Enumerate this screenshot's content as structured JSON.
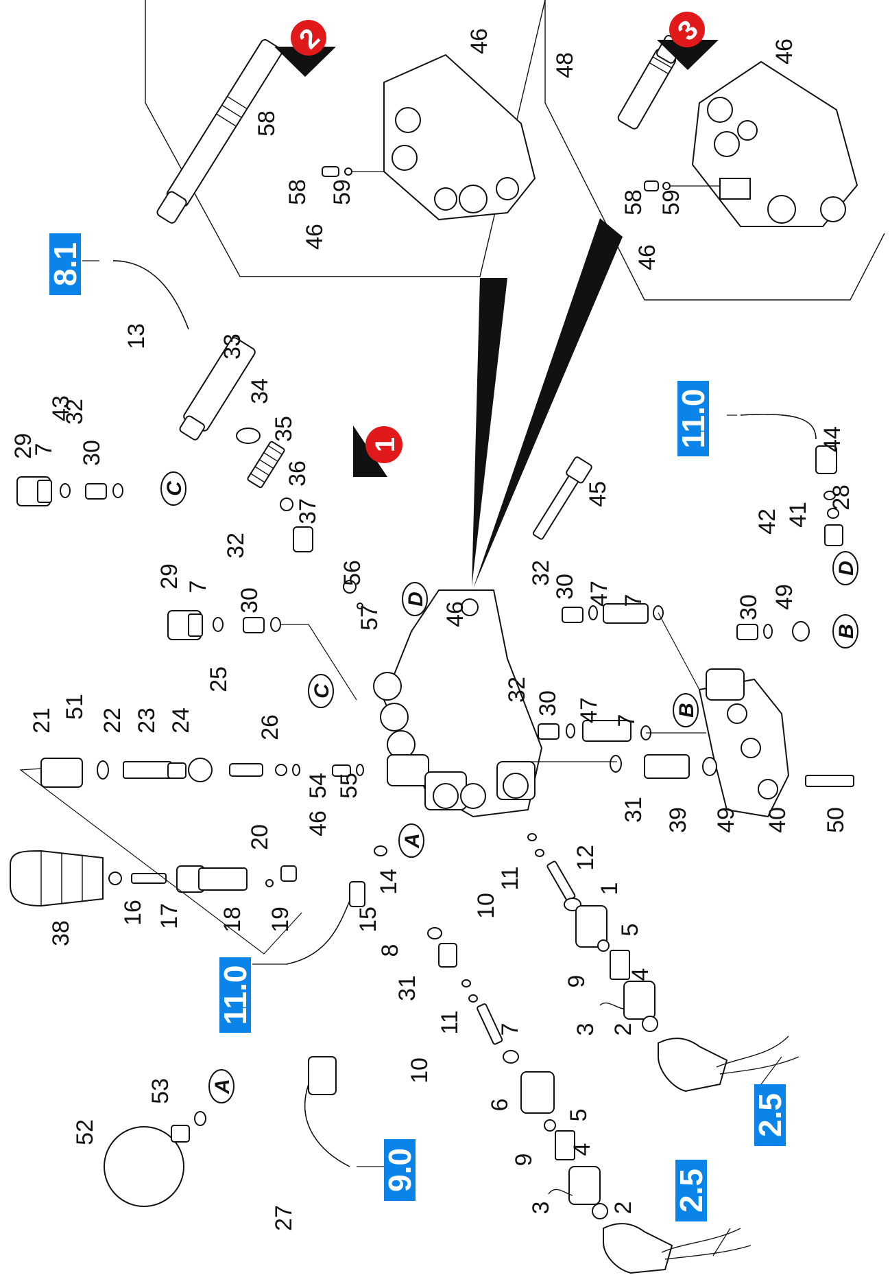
{
  "diagram": {
    "view_badges": [
      "1",
      "2",
      "3"
    ],
    "ref_tags": [
      "8.1",
      "11.0",
      "11.0",
      "9.0",
      "2.5",
      "2.5"
    ],
    "callout_letters": [
      "A",
      "A",
      "B",
      "B",
      "C",
      "C",
      "D",
      "D"
    ],
    "part_numbers": {
      "n1": "1",
      "n2a": "2",
      "n2b": "2",
      "n3a": "3",
      "n3b": "3",
      "n4a": "4",
      "n4b": "4",
      "n5a": "5",
      "n5b": "5",
      "n6": "6",
      "n7a": "7",
      "n7b": "7",
      "n7c": "7",
      "n7d": "7",
      "n7e": "7",
      "n8": "8",
      "n9a": "9",
      "n9b": "9",
      "n10a": "10",
      "n10b": "10",
      "n11a": "11",
      "n11b": "11",
      "n12": "12",
      "n13": "13",
      "n14": "14",
      "n15": "15",
      "n16": "16",
      "n17": "17",
      "n18": "18",
      "n19": "19",
      "n20": "20",
      "n21": "21",
      "n22": "22",
      "n23": "23",
      "n24": "24",
      "n25": "25",
      "n26": "26",
      "n27": "27",
      "n28": "28",
      "n29a": "29",
      "n29b": "29",
      "n30a": "30",
      "n30b": "30",
      "n30c": "30",
      "n30d": "30",
      "n30e": "30",
      "n31a": "31",
      "n31b": "31",
      "n32a": "32",
      "n32b": "32",
      "n32c": "32",
      "n32d": "32",
      "n33": "33",
      "n34": "34",
      "n35": "35",
      "n36": "36",
      "n37": "37",
      "n38": "38",
      "n39": "39",
      "n40": "40",
      "n41": "41",
      "n42": "42",
      "n43": "43",
      "n44": "44",
      "n45": "45",
      "n46a": "46",
      "n46b": "46",
      "n46c": "46",
      "n46d": "46",
      "n46e": "46",
      "n46f": "46",
      "n47a": "47",
      "n47b": "47",
      "n48": "48",
      "n49a": "49",
      "n49b": "49",
      "n50": "50",
      "n51": "51",
      "n52": "52",
      "n53": "53",
      "n54": "54",
      "n55": "55",
      "n56": "56",
      "n57": "57",
      "n58a": "58",
      "n58b": "58",
      "n58c": "58",
      "n59a": "59",
      "n59b": "59"
    },
    "colors": {
      "tag": "#0a84e8",
      "badge": "#e0191b",
      "line": "#111111"
    }
  }
}
